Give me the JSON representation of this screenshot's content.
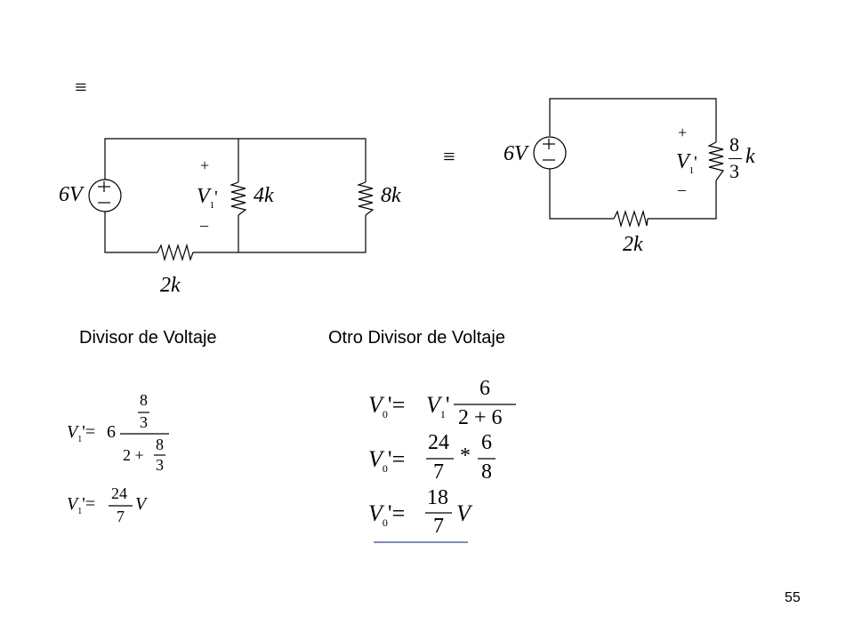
{
  "equiv_symbol": "≡",
  "circuit1": {
    "source": "6V",
    "node_voltage": "V",
    "node_sub": "1",
    "prime": "'",
    "plus": "+",
    "minus": "–",
    "r_middle": "4k",
    "r_right": "8k",
    "r_bottom": "2k"
  },
  "circuit2": {
    "source": "6V",
    "node_voltage": "V",
    "node_sub": "1",
    "prime": "'",
    "plus": "+",
    "minus": "–",
    "r_frac_num": "8",
    "r_frac_den": "3",
    "r_frac_unit": "k",
    "r_bottom": "2k"
  },
  "captions": {
    "left": "Divisor de Voltaje",
    "right": "Otro Divisor de Voltaje"
  },
  "eq_left": {
    "line1": {
      "lhs": "V",
      "lhs_sub": "1",
      "lhs_rest": "'=",
      "coef": "6",
      "num_frac_num": "8",
      "num_frac_den": "3",
      "den_prefix": "2 +",
      "den_frac_num": "8",
      "den_frac_den": "3"
    },
    "line2": {
      "lhs": "V",
      "lhs_sub": "1",
      "lhs_rest": "'=",
      "frac_num": "24",
      "frac_den": "7",
      "unit": "V"
    }
  },
  "eq_right": {
    "line1": {
      "lhs": "V",
      "lhs_sub": "0",
      "lhs_rest": "'=",
      "rhs": "V",
      "rhs_sub": "1",
      "rhs_prime": "'",
      "frac_num": "6",
      "frac_den": "2 + 6"
    },
    "line2": {
      "lhs": "V",
      "lhs_sub": "0",
      "lhs_rest": "'=",
      "frac1_num": "24",
      "frac1_den": "7",
      "times": "*",
      "frac2_num": "6",
      "frac2_den": "8"
    },
    "line3": {
      "lhs": "V",
      "lhs_sub": "0",
      "lhs_rest": "'=",
      "frac_num": "18",
      "frac_den": "7",
      "unit": "V"
    },
    "underline_color": "#3344aa"
  },
  "page_number": "55"
}
